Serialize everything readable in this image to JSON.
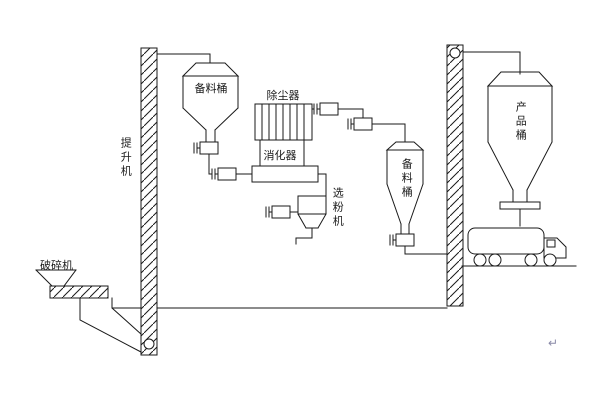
{
  "diagram": {
    "labels": {
      "crusher": "破碎机",
      "elevator": "提升机",
      "prep_barrel_top": "备料桶",
      "dust_collector": "除尘器",
      "digester": "消化器",
      "classifier": "选粉机",
      "prep_barrel_mid": "备料桶",
      "product_barrel": "产品桶",
      "return_mark": "↵"
    },
    "colors": {
      "line": "#1a1a1a",
      "background": "#ffffff"
    }
  }
}
